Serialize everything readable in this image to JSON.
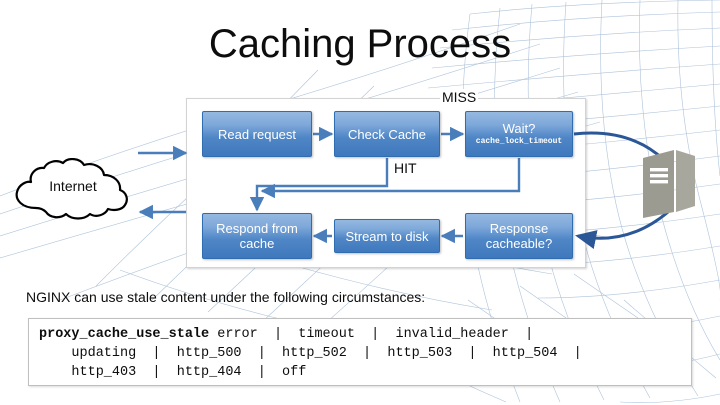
{
  "title": "Caching Process",
  "diagram": {
    "boxes": [
      {
        "id": "read",
        "label": "Read request",
        "sub": ""
      },
      {
        "id": "check",
        "label": "Check Cache",
        "sub": ""
      },
      {
        "id": "wait",
        "label": "Wait?",
        "sub": "cache_lock_timeout"
      },
      {
        "id": "respond",
        "label": "Respond from cache",
        "sub": ""
      },
      {
        "id": "stream",
        "label": "Stream to disk",
        "sub": ""
      },
      {
        "id": "cache",
        "label": "Response cacheable?",
        "sub": ""
      }
    ],
    "labels": {
      "miss": "MISS",
      "hit": "HIT"
    },
    "cloud": "Internet",
    "server_icon": "server-icon",
    "colors": {
      "box_fill_top": "#95b8e0",
      "box_fill_bottom": "#3f78bd",
      "box_border": "#2f6cb0",
      "arrow": "#4a7ebb",
      "server_arrow": "#2b5797",
      "mesh": "#9fb8d4",
      "container_border": "#d3d3d3"
    }
  },
  "body": {
    "stale_text": "NGINX can use stale content under the following circumstances:",
    "code": {
      "directive": "proxy_cache_use_stale",
      "line1_rest": " error  |  timeout  |  invalid_header  |",
      "line2": "    updating  |  http_500  |  http_502  |  http_503  |  http_504  |",
      "line3": "    http_403  |  http_404  |  off"
    }
  }
}
